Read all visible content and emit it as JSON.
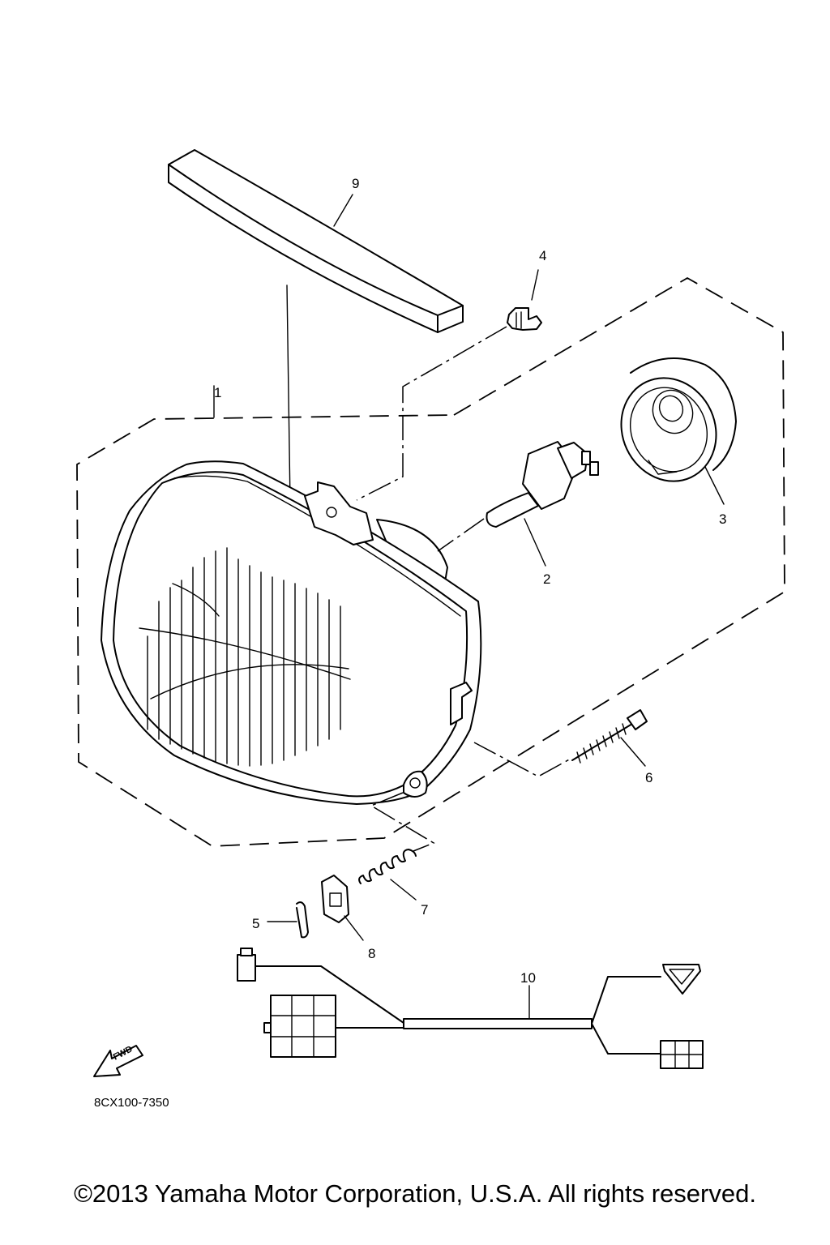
{
  "diagram": {
    "callouts": {
      "1": "1",
      "2": "2",
      "3": "3",
      "4": "4",
      "5": "5",
      "6": "6",
      "7": "7",
      "8": "8",
      "9": "9",
      "10": "10"
    },
    "fwd_label": "FWD",
    "drawing_code": "8CX100-7350"
  },
  "footer": {
    "copyright": "©2013 Yamaha Motor Corporation, U.S.A. All rights reserved."
  }
}
